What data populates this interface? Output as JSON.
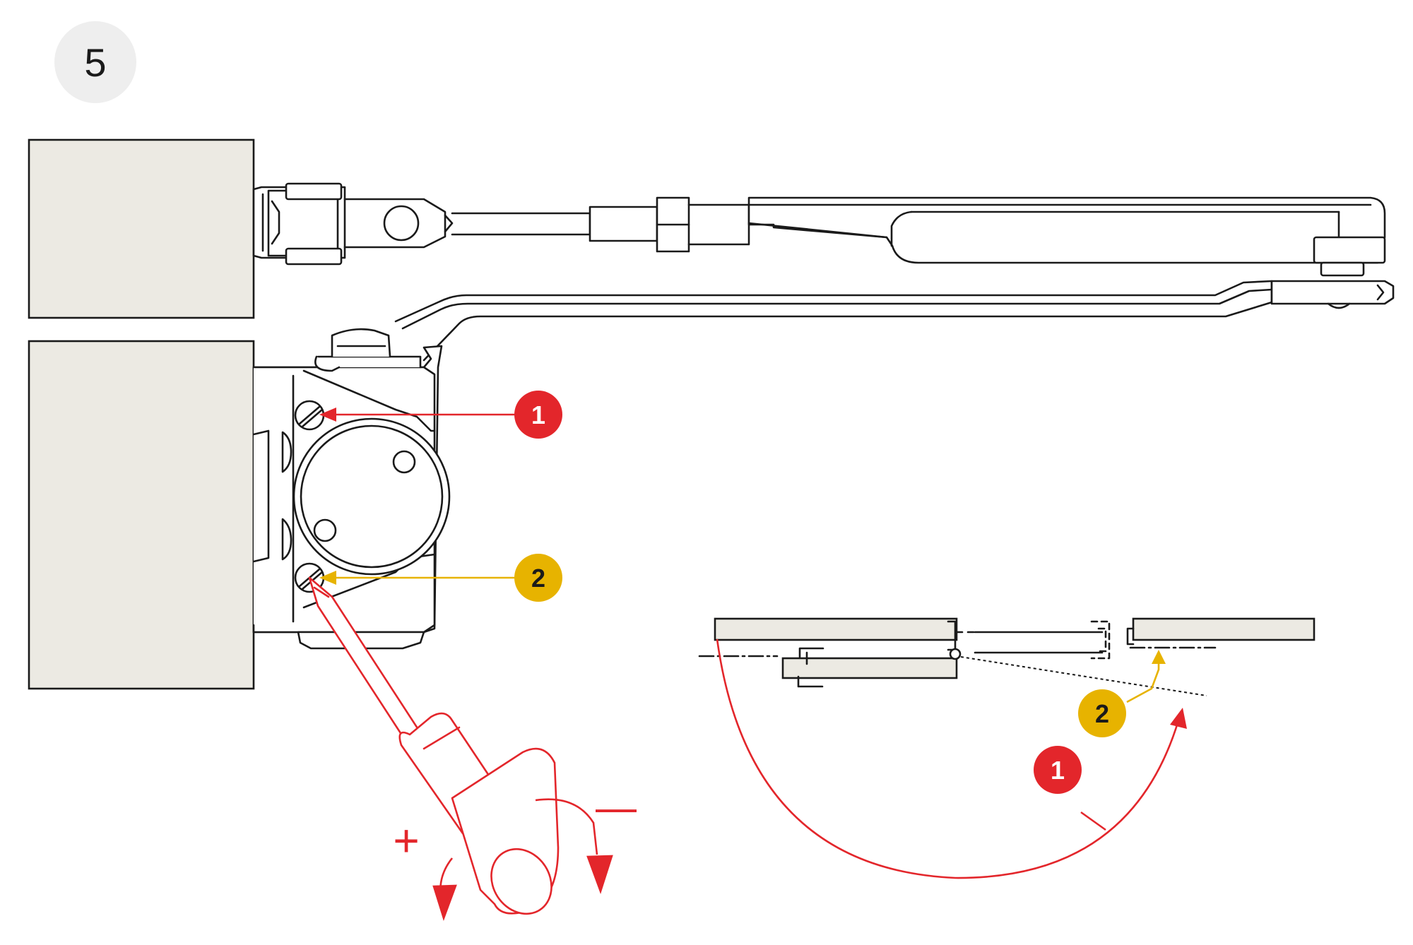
{
  "step": {
    "number": "5"
  },
  "colors": {
    "red": "#e3262b",
    "yellow": "#e7b300",
    "wall": "#eceae3",
    "badge_bg": "#eeeeee",
    "line": "#1a1a1a"
  },
  "callouts": {
    "closing_speed": {
      "label": "1",
      "color": "red"
    },
    "latching_speed": {
      "label": "2",
      "color": "yellow"
    }
  },
  "screwdriver": {
    "plus_sign": "+",
    "minus_sign": "—"
  },
  "icons": [
    "screwdriver-icon",
    "rotation-arrow-icon"
  ]
}
